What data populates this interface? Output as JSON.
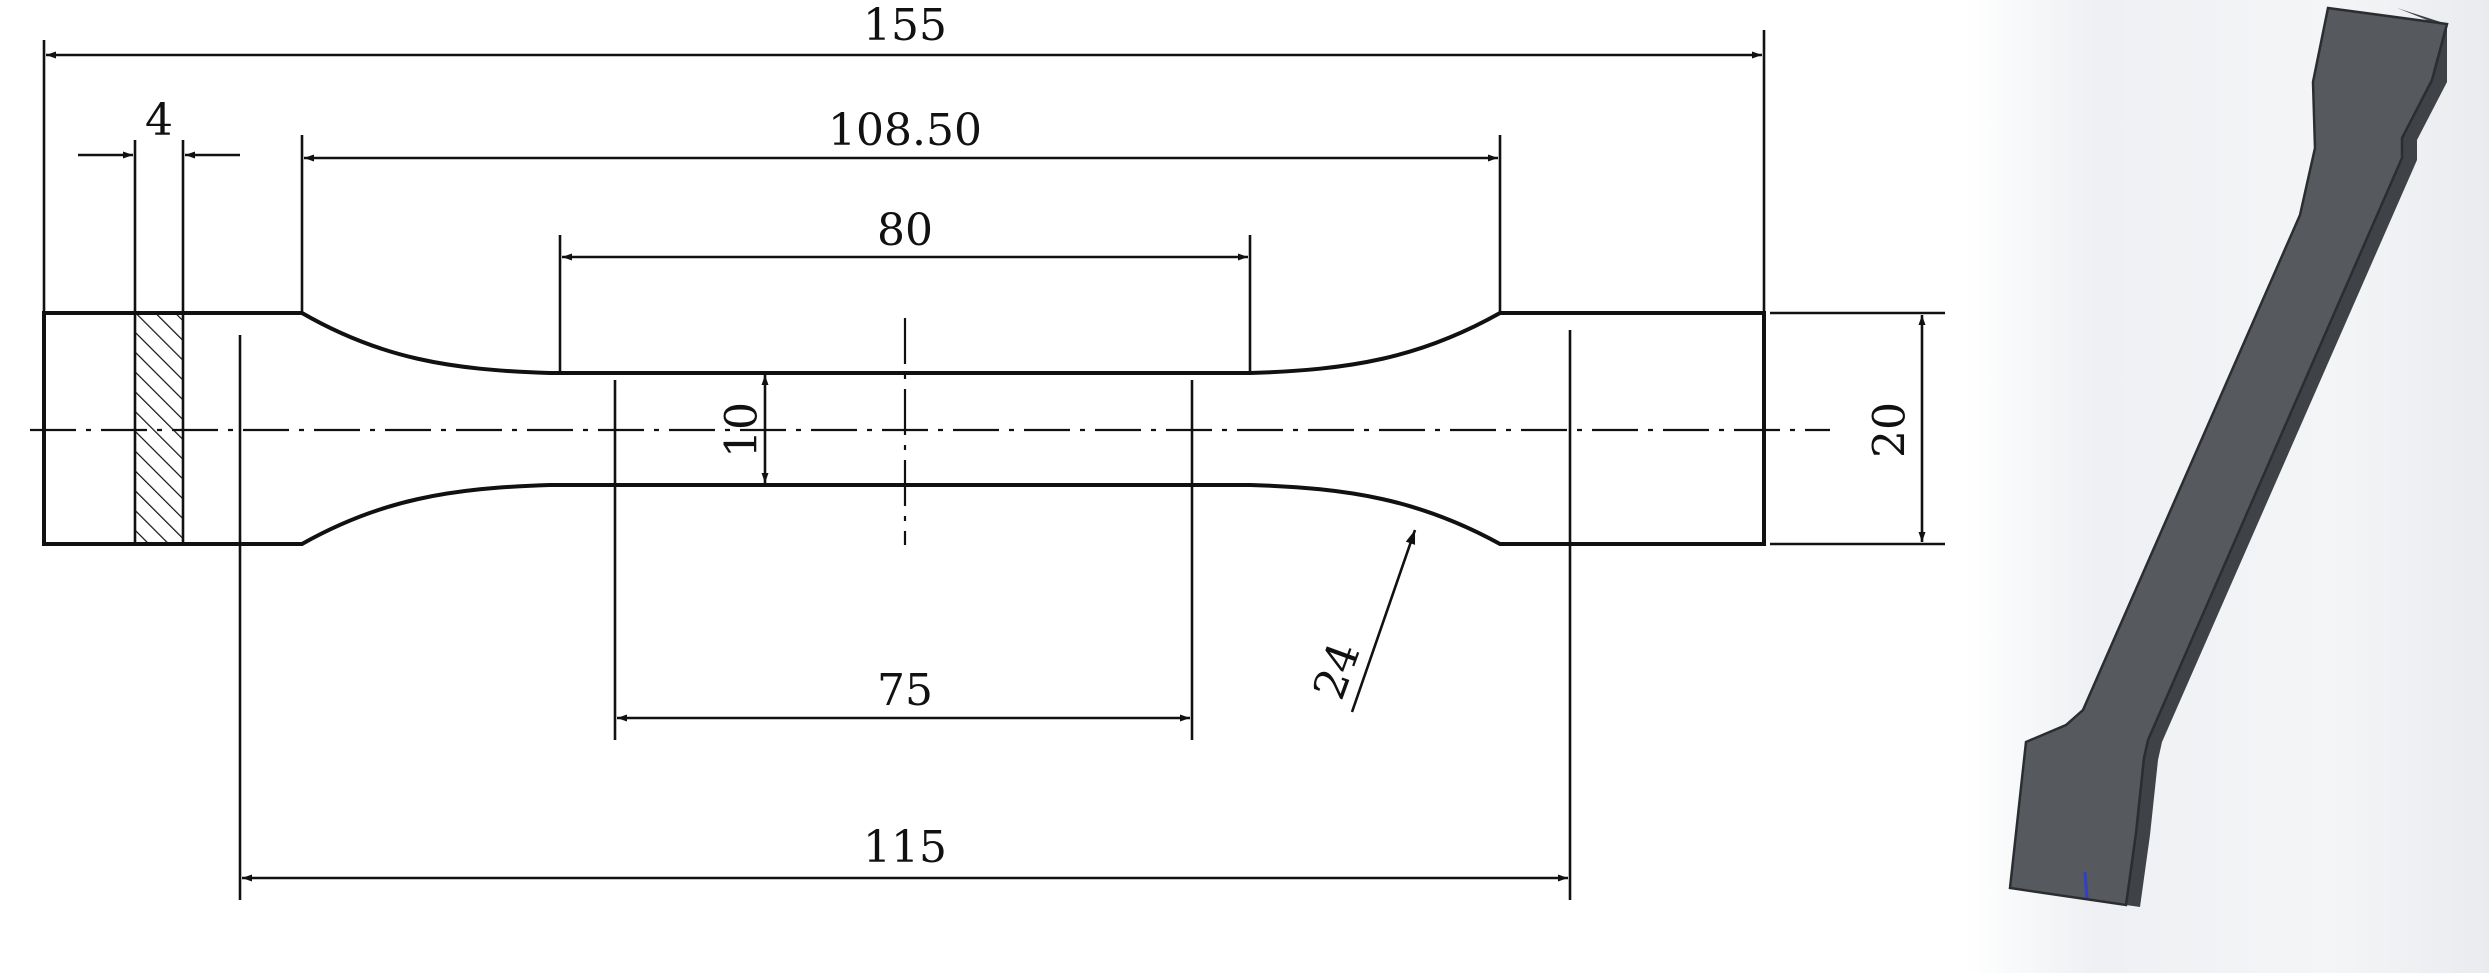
{
  "drawing": {
    "dimensions": {
      "overall_length": "155",
      "grip_hatch_width": "4",
      "shoulder_length": "108.50",
      "parallel_length": "80",
      "gauge_width": "10",
      "grip_width": "20",
      "fillet_radius": "24",
      "gauge_length": "75",
      "grip_distance": "115"
    }
  },
  "model_view": {
    "colors": {
      "body_face": "#56595d",
      "body_side": "#3f4246",
      "body_edge": "#2b2d30",
      "background_light": "#f2f3f5",
      "axis_marker": "#2f3fc8"
    }
  }
}
